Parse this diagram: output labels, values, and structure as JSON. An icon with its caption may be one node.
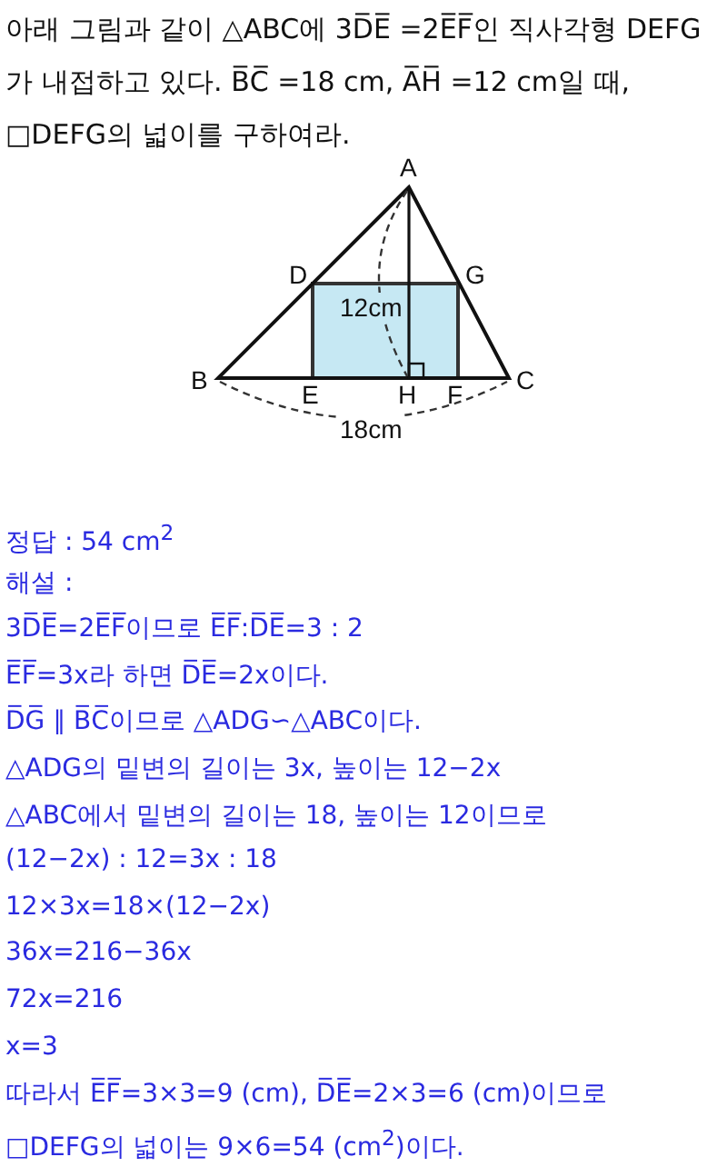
{
  "diagram": {
    "labels": [
      "아래 그림과 같이 △ABC에 3D̅E̅ =2E̅F̅인 직사각형 DEFG가 내접하고 있다. B̅C̅ =18 cm, A̅H̅ =12 cm일 때, □DEFG의 넓이를 구하여라.",
      "A",
      "D",
      "G",
      "12cm",
      "B",
      "E",
      "H",
      "F",
      "C",
      "18cm",
      "정답 : 54 cm$^{2}$",
      "해설 :",
      "3D̅E̅=2E̅F̅이므로 E̅F̅:D̅E̅=3 : 2",
      "E̅F̅=3x라 하면 D̅E̅=2x이다.",
      "D̅G̅ ∥ B̅C̅이므로 △ADG∽△ABC이다.",
      "△ADG의 밑변의 길이는 3x, 높이는 12−2x",
      "△ABC에서 밑변의 길이는 18, 높이는 12이므로",
      "(12−2x) : 12=3x : 18",
      "12×3x=18×(12−2x)",
      "36x=216−36x",
      "72x=216",
      "x=3",
      "따라서 E̅F̅=3×3=9 (cm), D̅E̅=2×3=6 (cm)이므로",
      "□DEFG의 넓이는 9×6=54 (cm$^{2}$)이다."
    ]
  }
}
